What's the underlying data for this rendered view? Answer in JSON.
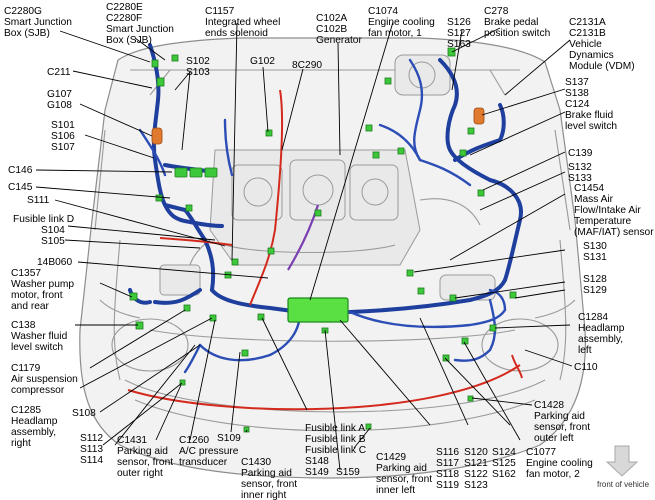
{
  "labels": {
    "c2280g": [
      "C2280G",
      "Smart Junction",
      "Box (SJB)"
    ],
    "c2280e": [
      "C2280E",
      "C2280F",
      "Smart Junction",
      "Box (SJB)"
    ],
    "c1157": [
      "C1157",
      "Integrated wheel",
      "ends solenoid"
    ],
    "c102": [
      "C102A",
      "C102B",
      "Generator"
    ],
    "c1074": [
      "C1074",
      "Engine cooling",
      "fan motor, 1"
    ],
    "s126": [
      "S126",
      "S127",
      "S163"
    ],
    "c278": [
      "C278",
      "Brake pedal",
      "position switch"
    ],
    "c2131": [
      "C2131A",
      "C2131B",
      "Vehicle",
      "Dynamics",
      "Module (VDM)"
    ],
    "c211": [
      "C211"
    ],
    "s102": [
      "S102",
      "S103"
    ],
    "g102": [
      "G102"
    ],
    "c8c290": [
      "8C290"
    ],
    "g107": [
      "G107",
      "G108"
    ],
    "s137": [
      "S137",
      "S138"
    ],
    "s101": [
      "S101",
      "S106",
      "S107"
    ],
    "c124": [
      "C124",
      "Brake fluid",
      "level switch"
    ],
    "c146": [
      "C146"
    ],
    "c139": [
      "C139"
    ],
    "c145": [
      "C145"
    ],
    "s132": [
      "S132",
      "S133"
    ],
    "s111": [
      "S111"
    ],
    "c1454": [
      "C1454",
      "Mass Air",
      "Flow/Intake Air",
      "Temperature",
      "(MAF/IAT) sensor"
    ],
    "fusibled": [
      "Fusible link D"
    ],
    "s104": [
      "S104",
      "S105"
    ],
    "s130": [
      "S130",
      "S131"
    ],
    "b14060": [
      "14B060"
    ],
    "c1357": [
      "C1357",
      "Washer pump",
      "motor, front",
      "and rear"
    ],
    "s128": [
      "S128",
      "S129"
    ],
    "c138": [
      "C138",
      "Washer fluid",
      "level switch"
    ],
    "c1284": [
      "C1284",
      "Headlamp",
      "assembly,",
      "left"
    ],
    "c1179": [
      "C1179",
      "Air suspension",
      "compressor"
    ],
    "c110": [
      "C110"
    ],
    "c1285": [
      "C1285",
      "Headlamp",
      "assembly,",
      "right"
    ],
    "s108": [
      "S108"
    ],
    "c1428": [
      "C1428",
      "Parking aid",
      "sensor, front",
      "outer left"
    ],
    "s112": [
      "S112",
      "S113",
      "S114"
    ],
    "c1431": [
      "C1431",
      "Parking aid",
      "sensor, front",
      "outer right"
    ],
    "c1260": [
      "C1260",
      "A/C pressure",
      "transducer"
    ],
    "s109": [
      "S109"
    ],
    "c1430": [
      "C1430",
      "Parking aid",
      "sensor, front",
      "inner right"
    ],
    "fusibleabc": [
      "Fusible link A",
      "Fusible link B",
      "Fusible link C"
    ],
    "s148": [
      "S148",
      "S149"
    ],
    "s159": [
      "S159"
    ],
    "c1429": [
      "C1429",
      "Parking aid",
      "sensor, front",
      "inner left"
    ],
    "s116": [
      "S116",
      "S117",
      "S118",
      "S119"
    ],
    "s120": [
      "S120",
      "S121",
      "S122",
      "S123"
    ],
    "s124": [
      "S124",
      "S125",
      "S162"
    ],
    "c1077": [
      "C1077",
      "Engine cooling",
      "fan motor, 2"
    ],
    "front": [
      "front of vehicle"
    ]
  }
}
